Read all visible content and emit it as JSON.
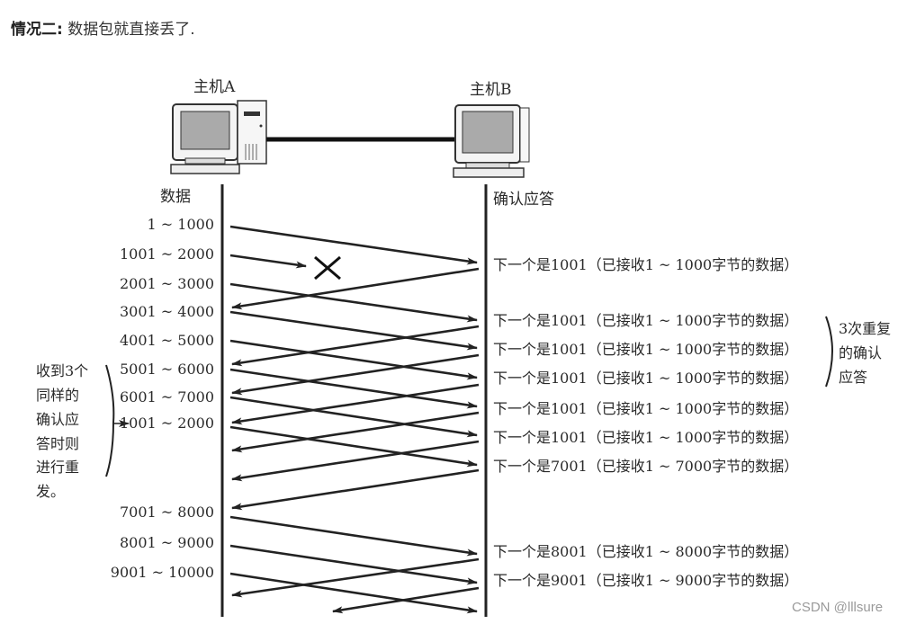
{
  "header": {
    "bold": "情况二:",
    "text": " 数据包就直接丢了."
  },
  "hosts": {
    "a": "主机A",
    "b": "主机B"
  },
  "columns": {
    "left": "数据",
    "right": "确认应答"
  },
  "segments": [
    "1 ~ 1000",
    "1001 ~ 2000",
    "2001 ~ 3000",
    "3001 ~ 4000",
    "4001 ~ 5000",
    "5001 ~ 6000",
    "6001 ~ 7000",
    "1001 ~ 2000",
    "7001 ~ 8000",
    "8001 ~ 9000",
    "9001 ~ 10000"
  ],
  "acks": [
    "下一个是1001（已接收1 ~ 1000字节的数据）",
    "下一个是1001（已接收1 ~ 1000字节的数据）",
    "下一个是1001（已接收1 ~ 1000字节的数据）",
    "下一个是1001（已接收1 ~ 1000字节的数据）",
    "下一个是1001（已接收1 ~ 1000字节的数据）",
    "下一个是1001（已接收1 ~ 1000字节的数据）",
    "下一个是7001（已接收1 ~ 7000字节的数据）",
    "下一个是8001（已接收1 ~ 8000字节的数据）",
    "下一个是9001（已接收1 ~ 9000字节的数据）"
  ],
  "dup_note": [
    "3次重复",
    "的确认",
    "应答"
  ],
  "retransmit_note": [
    "收到3个",
    "同样的",
    "确认应",
    "答时则",
    "进行重",
    "发。"
  ],
  "watermark": "CSDN @lllsure"
}
